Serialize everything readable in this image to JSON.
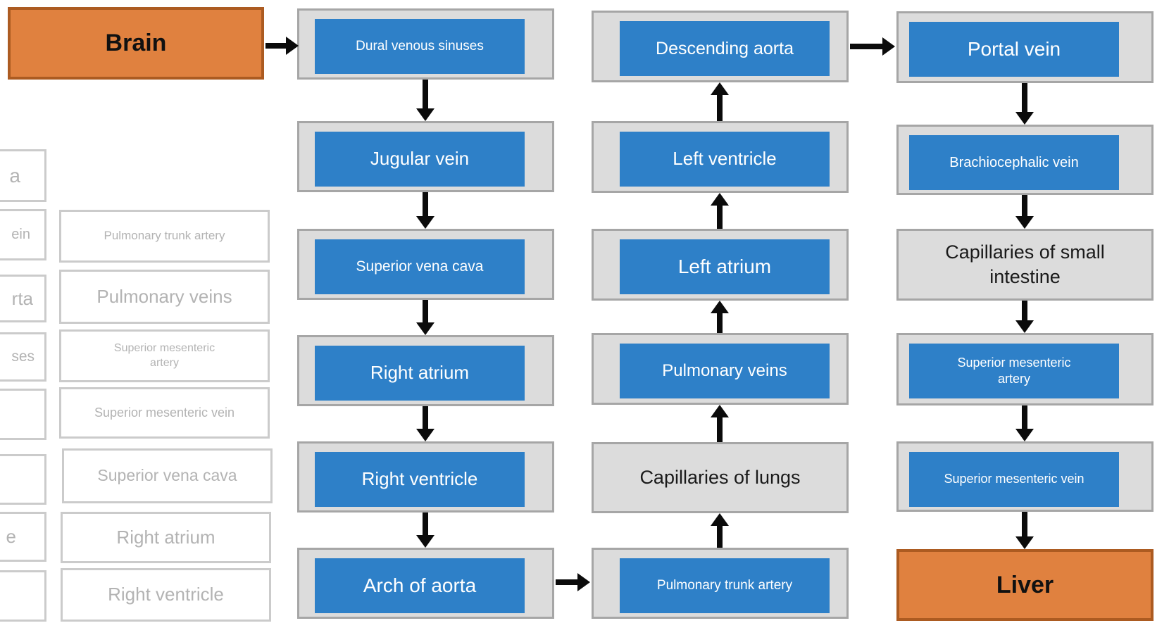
{
  "colors": {
    "chip_blue": "#2E80C8",
    "slot_gray": "#DCDCDC",
    "slot_border": "#A6A6A6",
    "endpoint_orange": "#E0813F",
    "endpoint_border": "#AC5B21",
    "bank_border": "#CBCBCB",
    "bank_text": "#B3B3B3",
    "arrow_black": "#0B0B0B"
  },
  "endpoints": {
    "start": "Brain",
    "end": "Liver"
  },
  "bank": {
    "cut_fragments": [
      "a",
      "ein",
      "rta",
      "ses",
      "",
      "",
      "e",
      ""
    ],
    "items": [
      "Pulmonary trunk artery",
      "Pulmonary veins",
      "Superior mesenteric artery",
      "Superior mesenteric vein",
      "Superior vena cava",
      "Right atrium",
      "Right ventricle"
    ]
  },
  "columns": {
    "a": [
      {
        "label": "Dural venous sinuses",
        "state": "filled"
      },
      {
        "label": "Jugular vein",
        "state": "filled"
      },
      {
        "label": "Superior vena cava",
        "state": "filled"
      },
      {
        "label": "Right atrium",
        "state": "filled"
      },
      {
        "label": "Right ventricle",
        "state": "filled"
      },
      {
        "label": "Arch of aorta",
        "state": "filled"
      }
    ],
    "b": [
      {
        "label": "Descending aorta",
        "state": "filled"
      },
      {
        "label": "Left ventricle",
        "state": "filled"
      },
      {
        "label": "Left atrium",
        "state": "filled"
      },
      {
        "label": "Pulmonary veins",
        "state": "filled"
      },
      {
        "label": "Capillaries of lungs",
        "state": "fixed"
      },
      {
        "label": "Pulmonary trunk artery",
        "state": "filled"
      }
    ],
    "c": [
      {
        "label": "Portal vein",
        "state": "filled"
      },
      {
        "label": "Brachiocephalic vein",
        "state": "filled"
      },
      {
        "label": "Capillaries of small intestine",
        "state": "fixed"
      },
      {
        "label": "Superior mesenteric artery",
        "state": "filled"
      },
      {
        "label": "Superior mesenteric vein",
        "state": "filled"
      },
      {
        "label": "Liver",
        "state": "endpoint"
      }
    ]
  }
}
